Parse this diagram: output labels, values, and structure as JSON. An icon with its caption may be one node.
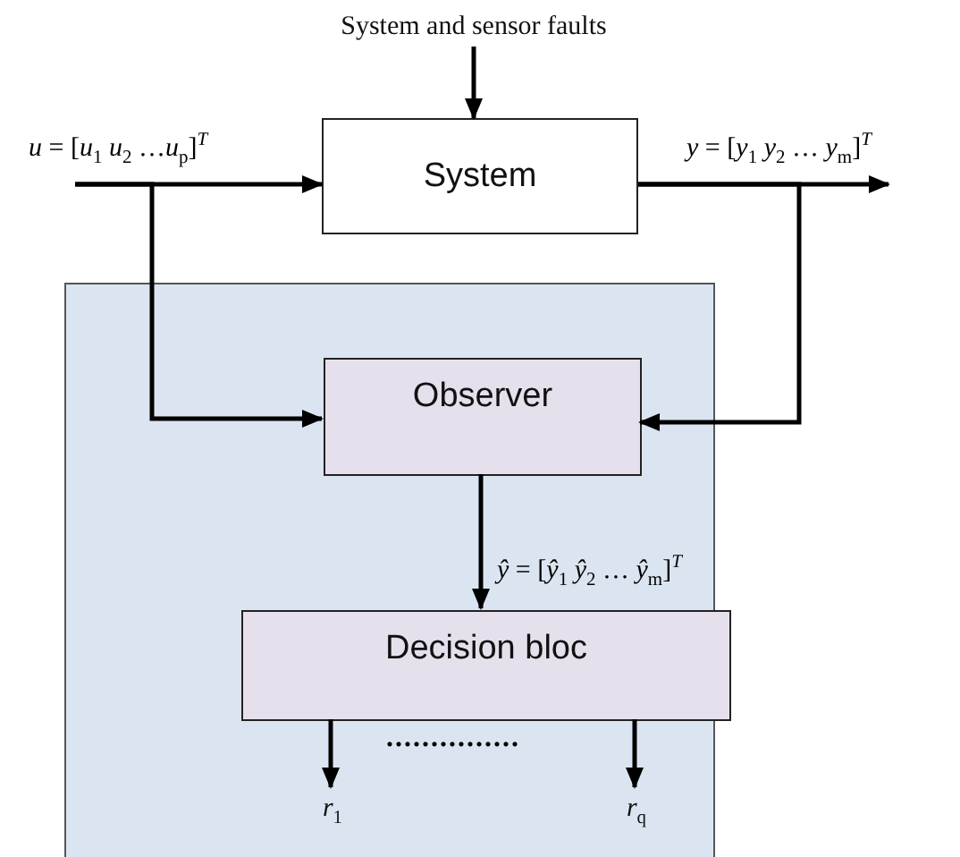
{
  "diagram": {
    "nodes": [
      {
        "text": [
          "System and sensor faults"
        ]
      },
      {
        "text": [
          "System"
        ]
      },
      {
        "text": [],
        "shape": "box"
      },
      {
        "text": [
          "Observer"
        ],
        "in": 2
      },
      {
        "text": [
          "Decision bloc"
        ],
        "in": 2
      },
      {
        "text": [
          "*r*$_{1}$"
        ],
        "in": 2
      },
      {
        "text": [
          "*r*$_{q}$"
        ],
        "in": 2
      }
    ],
    "edges": [
      {
        "from": 0,
        "to": 1,
        "arrow": "to"
      },
      {
        "from": null,
        "to": 1,
        "arrow": "to",
        "label": "*u* = [*u*$_{1}$ *u*$_{2}$ …*u*$_{p}$]$^{T}$"
      },
      {
        "from": null,
        "to": 3,
        "arrow": "to"
      },
      {
        "from": 1,
        "to": null,
        "arrow": "to",
        "label": "*y* = [*y*$_{1}$ *y*$_{2}$ … *y*$_{m}$]$^{T}$"
      },
      {
        "from": 1,
        "to": 3,
        "arrow": "to"
      },
      {
        "from": 3,
        "to": 4,
        "arrow": "to",
        "label": "*ŷ* = [*ŷ*$_{1}$ *ŷ*$_{2}$ … *ŷ*$_{m}$]$^{T}$"
      },
      {
        "from": 4,
        "to": 5,
        "arrow": "to"
      },
      {
        "from": 4,
        "to": 6,
        "arrow": "to"
      }
    ],
    "labels": [
      "..............."
    ]
  }
}
